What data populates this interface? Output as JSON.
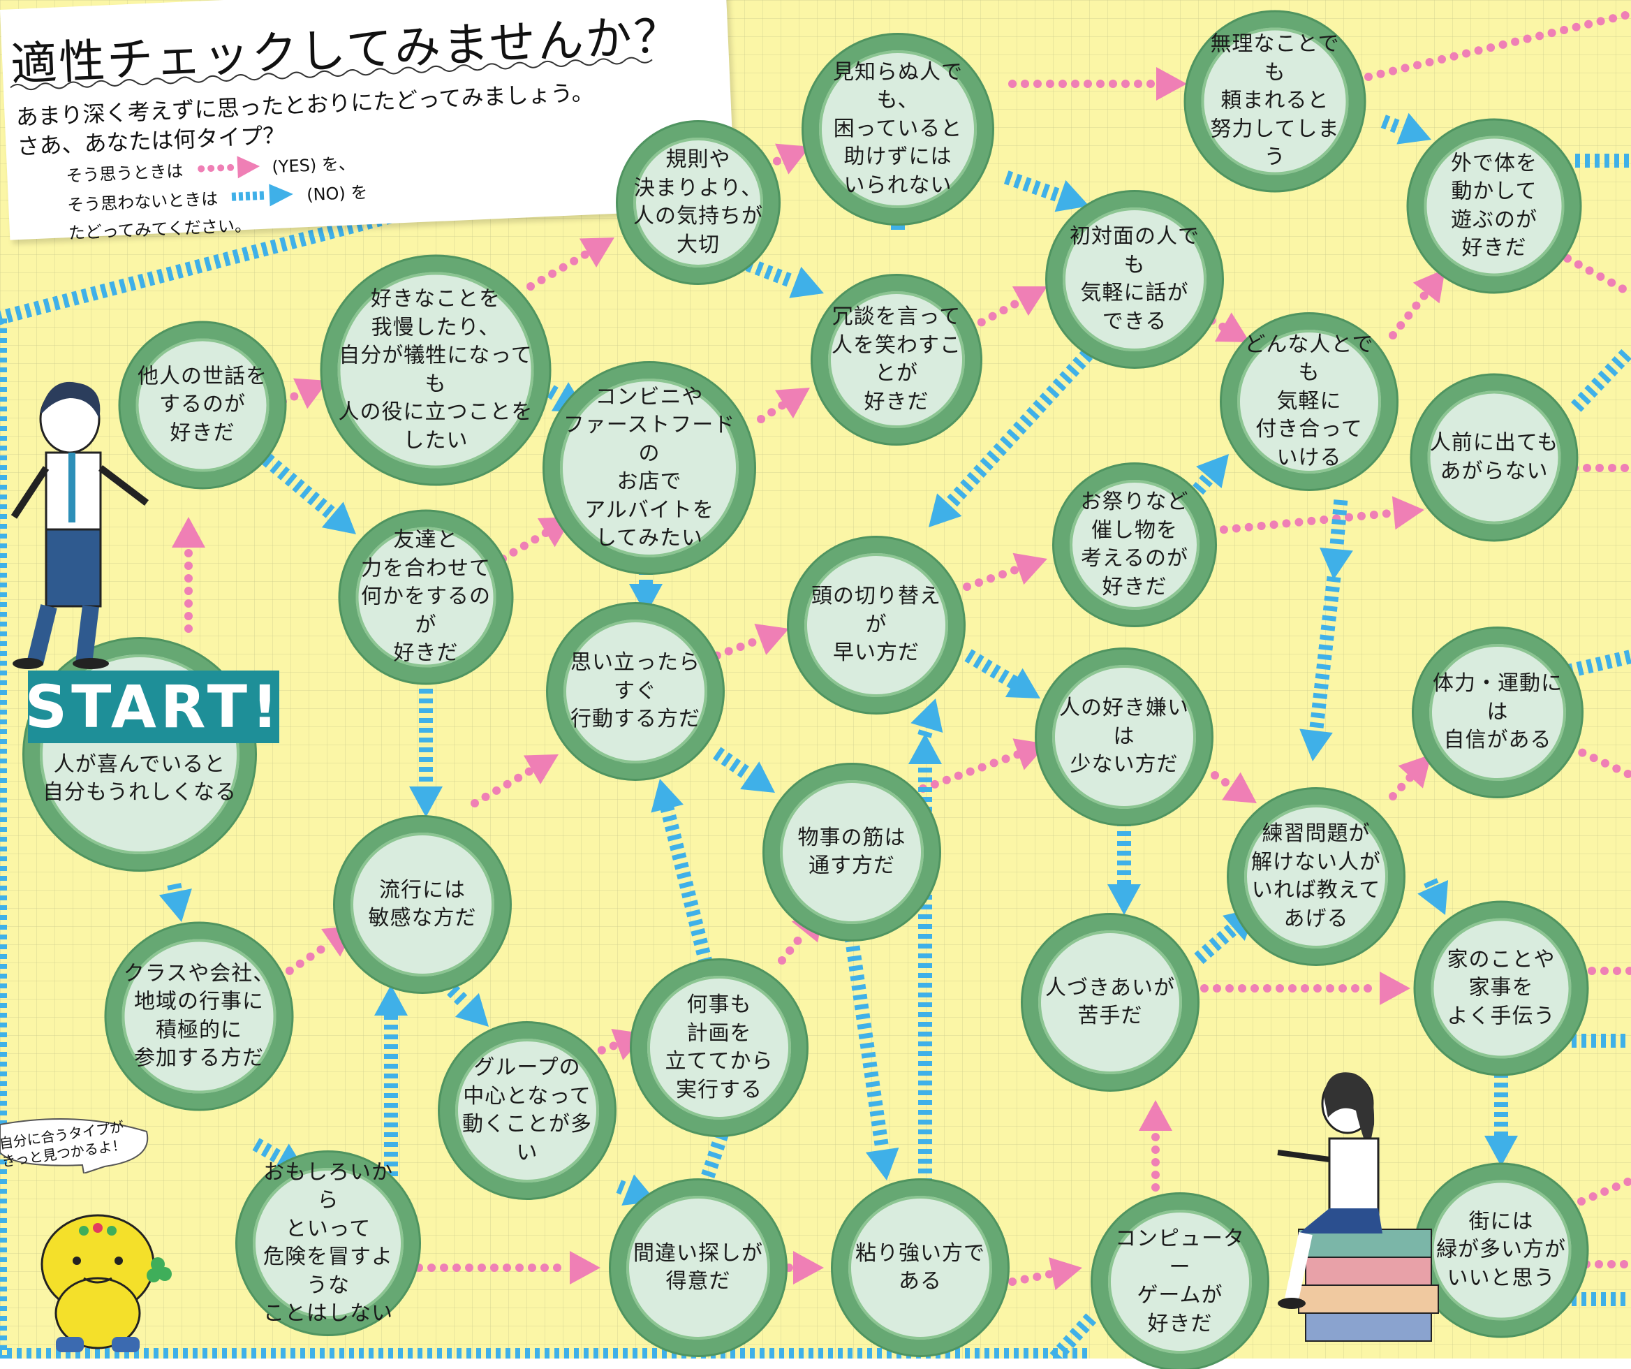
{
  "title": "適性チェックしてみませんか？",
  "intro_line1": "あまり深く考えずに思ったとおりにたどってみましょう。",
  "intro_line2": "さあ、あなたは何タイプ？",
  "legend": {
    "yes_before": "そう思うときは",
    "yes_after": "(YES) を、",
    "no_before": "そう思わないときは",
    "no_after": "(NO) を",
    "end": "たどってみてください。"
  },
  "start_label": "START!",
  "mascot_speech": "自分に合うタイプが\nきっと見つかるよ！",
  "colors": {
    "yes": "#ef7fb5",
    "no": "#3fb0e8",
    "ring": "#66a873",
    "fill": "#d9ecde",
    "start": "#1e8f98"
  },
  "nodes": [
    {
      "id": "start",
      "text": "人が喜んでいると\n自分もうれしくなる"
    },
    {
      "id": "n1",
      "text": "他人の世話を\nするのが\n好きだ"
    },
    {
      "id": "n2",
      "text": "好きなことを\n我慢したり、\n自分が犠牲になっても\n人の役に立つことを\nしたい"
    },
    {
      "id": "n3",
      "text": "規則や\n決まりより、\n人の気持ちが\n大切"
    },
    {
      "id": "n4",
      "text": "見知らぬ人でも、\n困っていると\n助けずには\nいられない"
    },
    {
      "id": "n5",
      "text": "無理なことでも\n頼まれると\n努力してしまう"
    },
    {
      "id": "n6",
      "text": "外で体を\n動かして\n遊ぶのが\n好きだ"
    },
    {
      "id": "n7",
      "text": "冗談を言って\n人を笑わすことが\n好きだ"
    },
    {
      "id": "n8",
      "text": "初対面の人でも\n気軽に話が\nできる"
    },
    {
      "id": "n9",
      "text": "コンビニや\nファーストフードの\nお店で\nアルバイトを\nしてみたい"
    },
    {
      "id": "n10",
      "text": "どんな人とでも\n気軽に\n付き合って\nいける"
    },
    {
      "id": "n11",
      "text": "人前に出ても\nあがらない"
    },
    {
      "id": "n12",
      "text": "友達と\n力を合わせて\n何かをするのが\n好きだ"
    },
    {
      "id": "n13",
      "text": "お祭りなど\n催し物を\n考えるのが\n好きだ"
    },
    {
      "id": "n14",
      "text": "頭の切り替えが\n早い方だ"
    },
    {
      "id": "n15",
      "text": "思い立ったら\nすぐ\n行動する方だ"
    },
    {
      "id": "n16",
      "text": "人の好き嫌いは\n少ない方だ"
    },
    {
      "id": "n17",
      "text": "体力・運動には\n自信がある"
    },
    {
      "id": "n18",
      "text": "物事の筋は\n通す方だ"
    },
    {
      "id": "n19",
      "text": "流行には\n敏感な方だ"
    },
    {
      "id": "n20",
      "text": "練習問題が\n解けない人が\nいれば教えて\nあげる"
    },
    {
      "id": "n21",
      "text": "クラスや会社、\n地域の行事に\n積極的に\n参加する方だ"
    },
    {
      "id": "n22",
      "text": "何事も\n計画を\n立ててから\n実行する"
    },
    {
      "id": "n23",
      "text": "人づきあいが\n苦手だ"
    },
    {
      "id": "n24",
      "text": "家のことや\n家事を\nよく手伝う"
    },
    {
      "id": "n25",
      "text": "グループの\n中心となって\n動くことが多い"
    },
    {
      "id": "n26",
      "text": "おもしろいから\nといって\n危険を冒すような\nことはしない"
    },
    {
      "id": "n27",
      "text": "間違い探しが\n得意だ"
    },
    {
      "id": "n28",
      "text": "粘り強い方で\nある"
    },
    {
      "id": "n29",
      "text": "コンピューター\nゲームが\n好きだ"
    },
    {
      "id": "n30",
      "text": "街には\n緑が多い方が\nいいと思う"
    }
  ]
}
